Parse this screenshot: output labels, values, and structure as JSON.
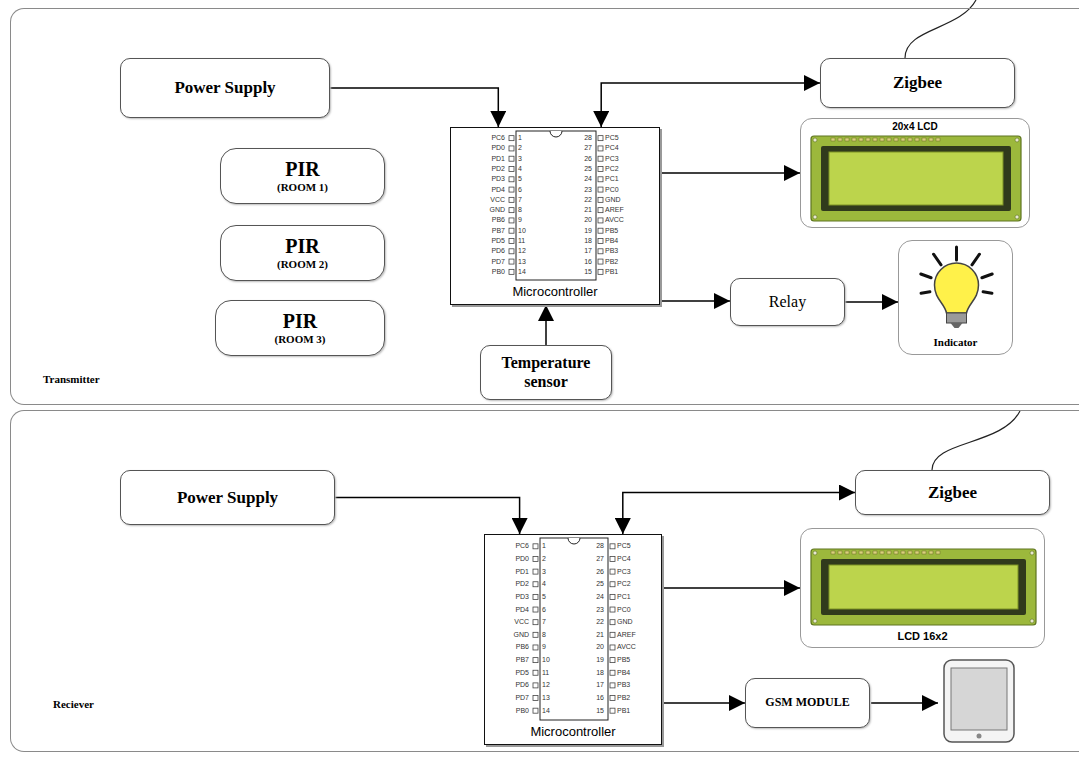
{
  "diagram": {
    "nodes": [
      {
        "text": [
          "Transmitter"
        ]
      },
      {
        "text": [
          "Power Supply"
        ],
        "in": 0
      },
      {
        "text": [
          "Microcontroller"
        ],
        "in": 0
      },
      {
        "text": [
          "Zigbee"
        ],
        "in": 0
      },
      {
        "text": [
          "20x4 LCD"
        ],
        "in": 0
      },
      {
        "text": [
          "PIR",
          "(ROOM 1)"
        ],
        "in": 0
      },
      {
        "text": [
          "PIR",
          "(ROOM 2)"
        ],
        "in": 0
      },
      {
        "text": [
          "PIR",
          "(ROOM 3)"
        ],
        "in": 0
      },
      {
        "text": [
          "Relay"
        ],
        "in": 0
      },
      {
        "text": [
          "Indicator"
        ],
        "in": 0
      },
      {
        "text": [
          "Temperature sensor"
        ],
        "in": 0
      },
      {
        "text": [
          "Reciever"
        ]
      },
      {
        "text": [
          "Power Supply"
        ],
        "in": 11
      },
      {
        "text": [
          "Microcontroller"
        ],
        "in": 11
      },
      {
        "text": [
          "Zigbee"
        ],
        "in": 11
      },
      {
        "text": [
          "LCD 16x2"
        ],
        "in": 11
      },
      {
        "text": [
          "GSM MODULE"
        ],
        "in": 11
      }
    ],
    "edges": [
      {
        "from": 1,
        "to": 2,
        "arrow": "to"
      },
      {
        "from": 2,
        "to": 3,
        "arrow": "both"
      },
      {
        "from": 2,
        "to": 4,
        "arrow": "to"
      },
      {
        "from": 2,
        "to": 8,
        "arrow": "to"
      },
      {
        "from": 8,
        "to": 9,
        "arrow": "to"
      },
      {
        "from": 10,
        "to": 2,
        "arrow": "to"
      },
      {
        "from": 12,
        "to": 13,
        "arrow": "to"
      },
      {
        "from": 13,
        "to": 14,
        "arrow": "both"
      },
      {
        "from": 13,
        "to": 15,
        "arrow": "to"
      },
      {
        "from": 13,
        "to": 16,
        "arrow": "to"
      }
    ],
    "labels": [
      "PC6",
      "1",
      "PD0",
      "2",
      "PD1",
      "3",
      "PD2",
      "4",
      "PD3",
      "5",
      "PD4",
      "6",
      "VCC",
      "7",
      "GND",
      "8",
      "PB6",
      "9",
      "PB7",
      "10",
      "PD5",
      "11",
      "PD6",
      "12",
      "PD7",
      "13",
      "PB0",
      "14",
      "28",
      "PC5",
      "27",
      "PC4",
      "26",
      "PC3",
      "25",
      "PC2",
      "24",
      "PC1",
      "23",
      "PC0",
      "22",
      "GND",
      "21",
      "AREF",
      "20",
      "AVCC",
      "19",
      "PB5",
      "18",
      "PB4",
      "17",
      "PB3",
      "16",
      "PB2",
      "15",
      "PB1",
      "PC6",
      "1",
      "PD0",
      "2",
      "PD1",
      "3",
      "PD2",
      "4",
      "PD3",
      "5",
      "PD4",
      "6",
      "VCC",
      "7",
      "GND",
      "8",
      "PB6",
      "9",
      "PB7",
      "10",
      "PD5",
      "11",
      "PD6",
      "12",
      "PD7",
      "13",
      "PB0",
      "14",
      "28",
      "PC5",
      "27",
      "PC4",
      "26",
      "PC3",
      "25",
      "PC2",
      "24",
      "PC1",
      "23",
      "PC0",
      "22",
      "GND",
      "21",
      "AREF",
      "20",
      "AVCC",
      "19",
      "PB5",
      "18",
      "PB4",
      "17",
      "PB3",
      "16",
      "PB2",
      "15",
      "PB1"
    ]
  }
}
